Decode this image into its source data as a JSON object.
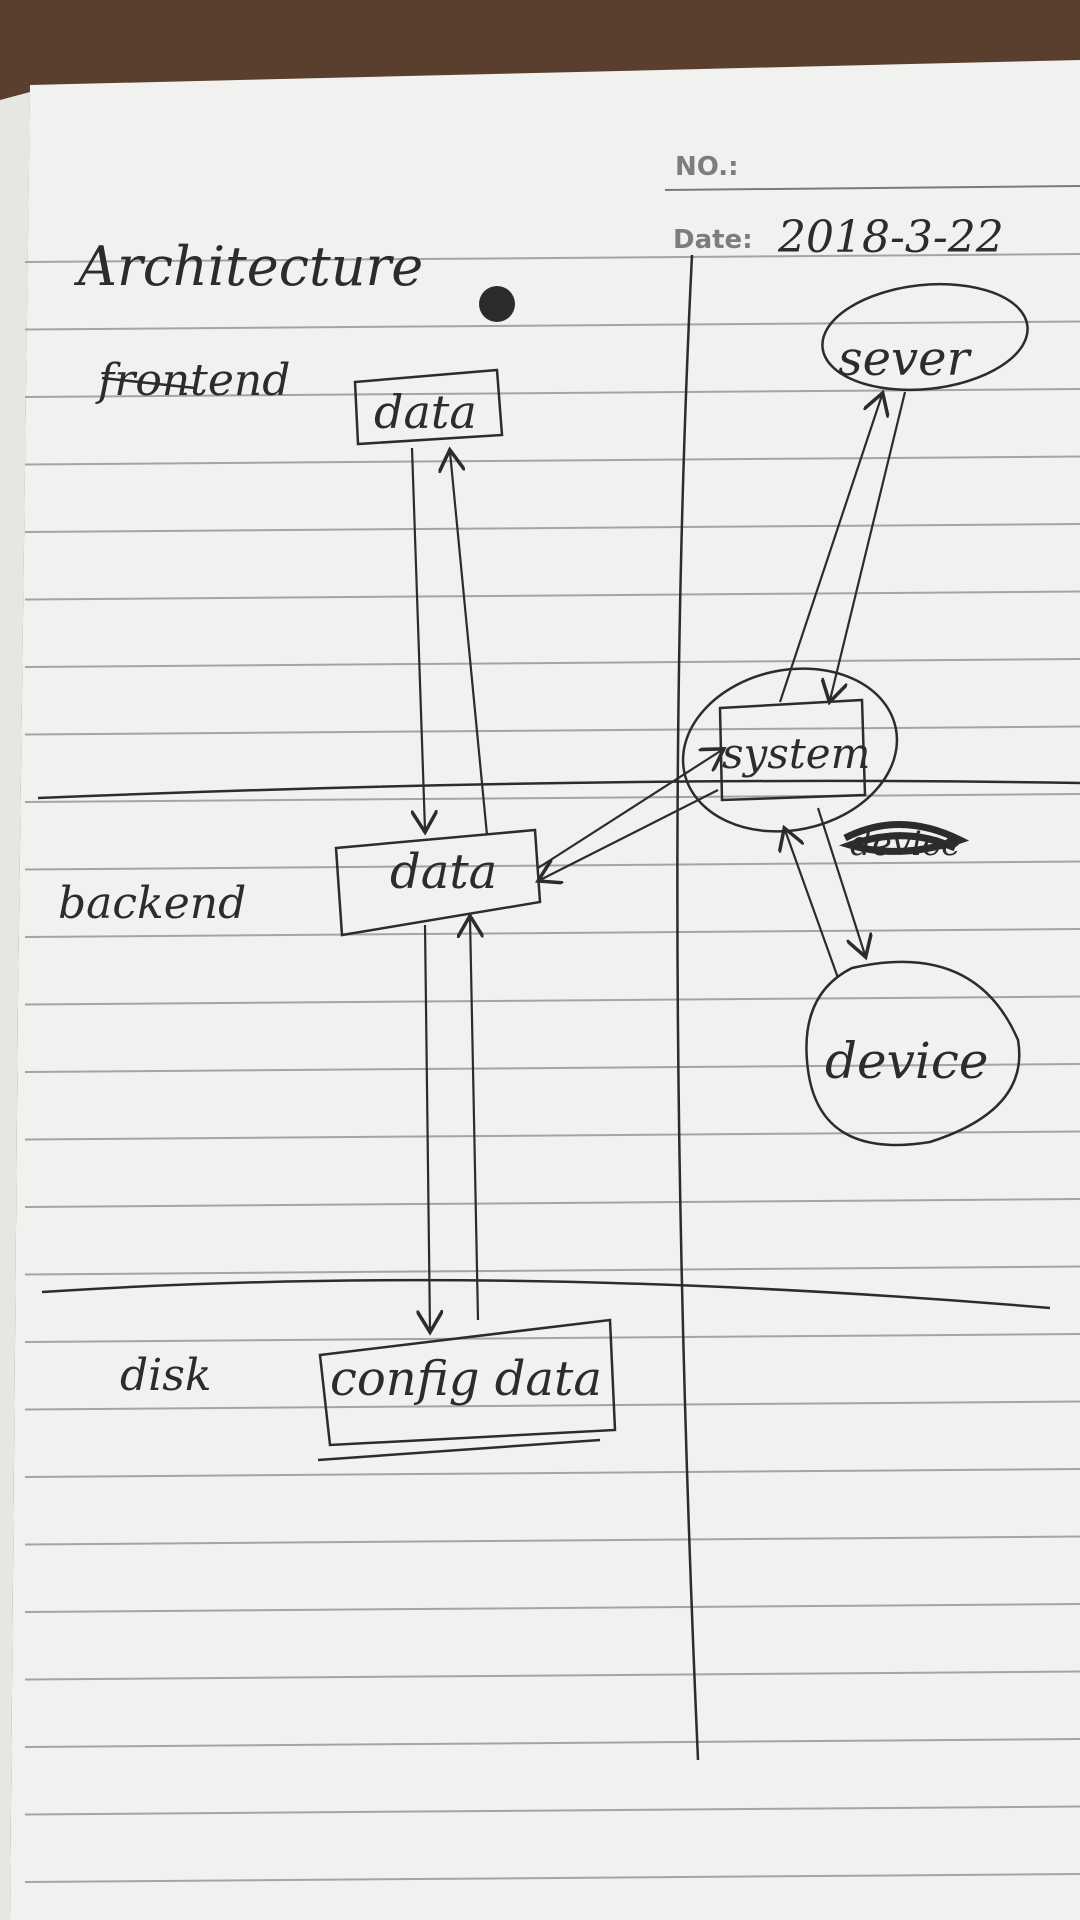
{
  "header": {
    "no_label": "NO.:",
    "date_label": "Date:",
    "date_value": "2018-3-22"
  },
  "diagram": {
    "title": "Architecture",
    "layers": {
      "frontend": "frontend",
      "backend": "backend",
      "disk": "disk"
    },
    "nodes": {
      "frontend_data": "data",
      "backend_data": "data",
      "disk_config": "config data",
      "system": "system",
      "server": "sever",
      "device": "device"
    },
    "struck_out_text": "device"
  },
  "colors": {
    "paper": "#f1f1ef",
    "ink": "#2c2c2c",
    "rule_line": "#9a9a9a",
    "background": "#5a3f2f"
  }
}
